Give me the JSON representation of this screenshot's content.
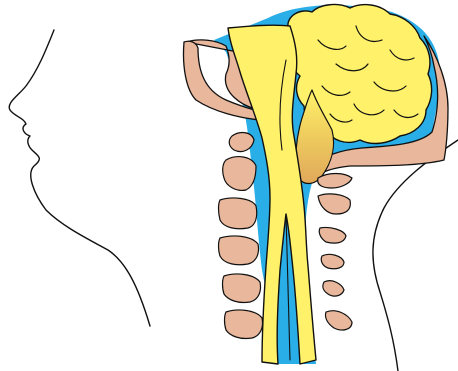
{
  "colors": {
    "background": "#ffffff",
    "outline": "#111111",
    "csf": "#29aee8",
    "neural_tissue": "#fff26a",
    "bone": "#e9b79b",
    "herniated_tonsil": "#e7b15a"
  },
  "parts": [
    "face-profile",
    "neck-back",
    "skull-occiput",
    "cerebellum",
    "brainstem",
    "cerebellar-tonsil",
    "spinal-cord",
    "cervical-vertebrae",
    "spinous-processes",
    "csf-space"
  ]
}
